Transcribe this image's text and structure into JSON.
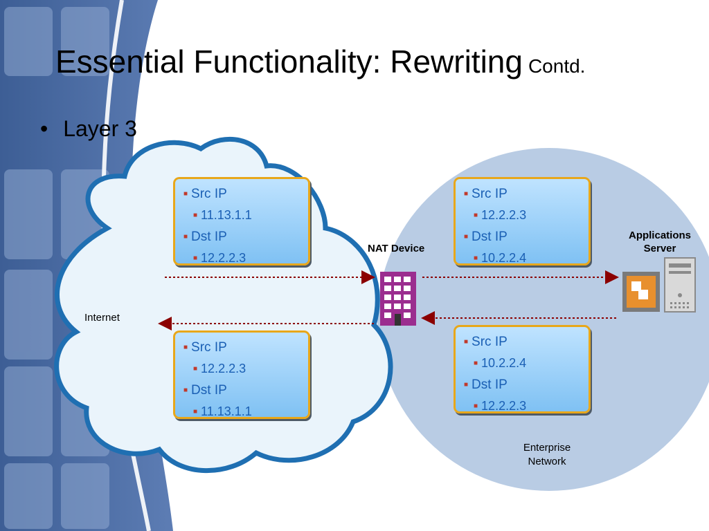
{
  "slide": {
    "title": "Essential Functionality: Rewriting",
    "title_suffix": "Contd.",
    "bullet_marker": "•",
    "bullet": "Layer 3"
  },
  "labels": {
    "internet": "Internet",
    "nat_device": "NAT Device",
    "app_server_line1": "Applications",
    "app_server_line2": "Server",
    "enterprise_line1": "Enterprise",
    "enterprise_line2": "Network"
  },
  "packets": {
    "outbound_internet": {
      "src_label": "Src IP",
      "src": "11.13.1.1",
      "dst_label": "Dst IP",
      "dst": "12.2.2.3"
    },
    "inbound_internet": {
      "src_label": "Src IP",
      "src": "12.2.2.3",
      "dst_label": "Dst IP",
      "dst": "11.13.1.1"
    },
    "outbound_enterprise": {
      "src_label": "Src IP",
      "src": "12.2.2.3",
      "dst_label": "Dst IP",
      "dst": "10.2.2.4"
    },
    "inbound_enterprise": {
      "src_label": "Src IP",
      "src": "10.2.2.4",
      "dst_label": "Dst IP",
      "dst": "12.2.2.3"
    }
  },
  "colors": {
    "packet_text": "#1a5fb4",
    "packet_border": "#e8a71a",
    "nat_device": "#9b2d8f",
    "arrow": "#8b0000",
    "cloud_outline": "#1f6fb2",
    "enterprise_fill": "#b9cce4"
  },
  "icons": {
    "nat_device": "building-icon",
    "app_server": "server-icon",
    "app": "application-icon"
  }
}
